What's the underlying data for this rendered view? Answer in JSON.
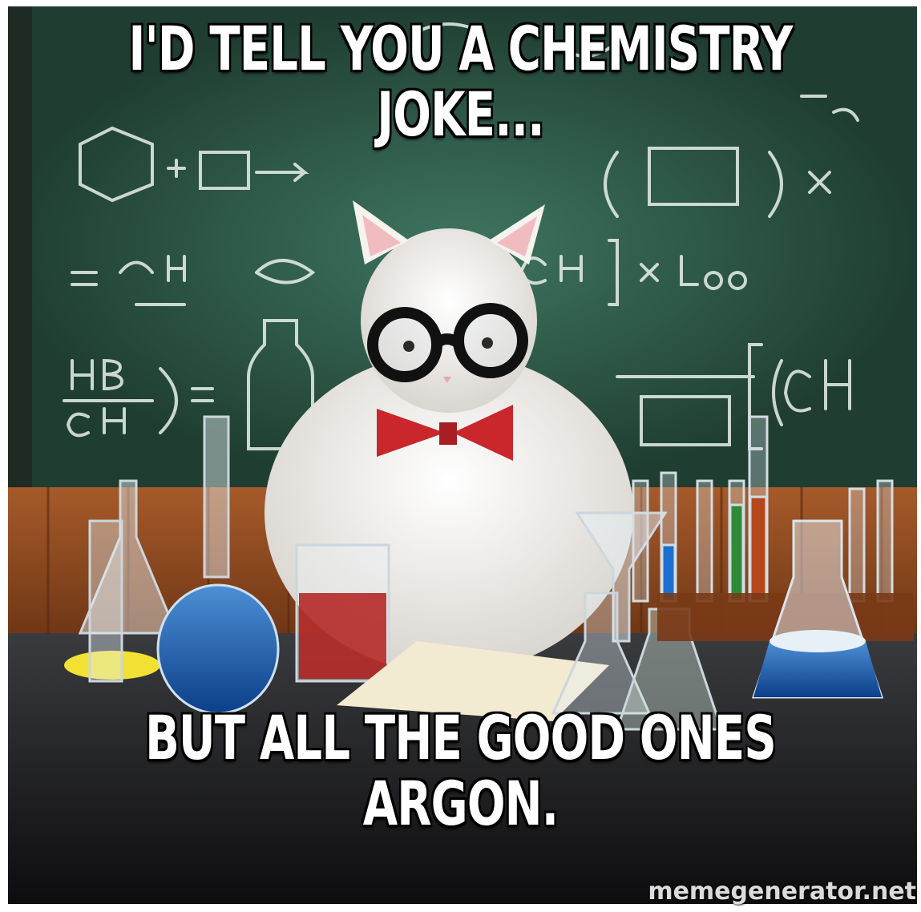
{
  "meme": {
    "top_line1": "I'D TELL YOU A CHEMISTRY",
    "top_line2": "JOKE...",
    "bottom_line1": "BUT ALL THE GOOD ONES",
    "bottom_line2": "ARGON."
  },
  "watermark": "memegenerator.net",
  "colors": {
    "chalkboard": "#2f5a48",
    "cat": "#f4f1ec",
    "bowtie": "#c9272b"
  }
}
